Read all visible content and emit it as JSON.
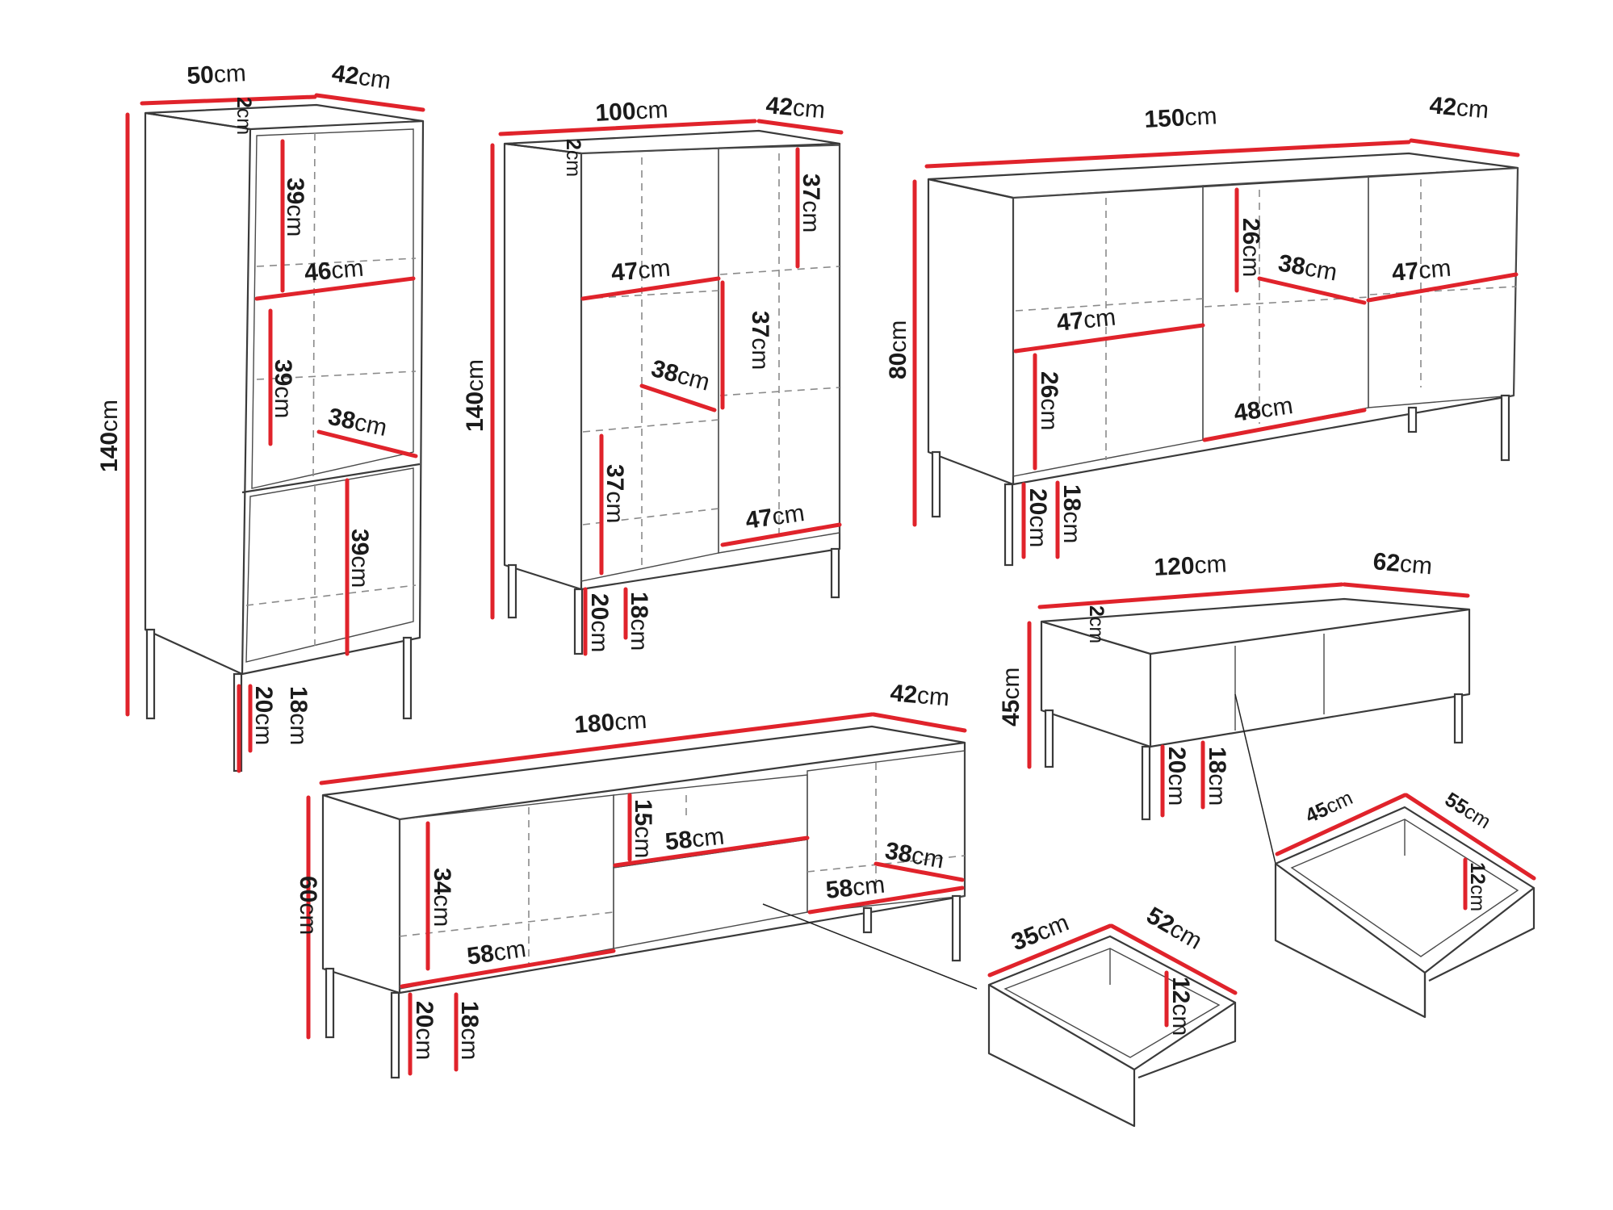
{
  "colors": {
    "dimension_line": "#e0232b",
    "outline": "#3a3a3a",
    "hidden_line": "#8a8a8a",
    "background": "#ffffff"
  },
  "unit": "cm",
  "furniture": {
    "tall_cabinet": {
      "dims": {
        "width": "50",
        "depth": "42",
        "height": "140",
        "top": "2",
        "shelf_h1": "39",
        "shelf_h2": "39",
        "shelf_h3": "39",
        "shelf_w": "46",
        "shelf_d": "38",
        "leg_h": "20",
        "clearance": "18"
      }
    },
    "display_cabinet": {
      "dims": {
        "width": "100",
        "depth": "42",
        "height": "140",
        "top": "2",
        "left_w": "47",
        "left_d": "38",
        "left_h": "37",
        "right_h1": "37",
        "right_h2": "37",
        "right_w": "47",
        "leg_h": "20",
        "clearance": "18"
      }
    },
    "sideboard": {
      "dims": {
        "width": "150",
        "depth": "42",
        "height": "80",
        "left_w": "47",
        "left_h": "26",
        "mid_h": "26",
        "mid_d": "38",
        "mid_w": "48",
        "right_w": "47",
        "leg_h": "20",
        "clearance": "18"
      }
    },
    "coffee_table": {
      "dims": {
        "width": "120",
        "depth": "62",
        "height": "45",
        "top": "2",
        "leg_h": "20",
        "clearance": "18"
      },
      "drawer": {
        "width": "55",
        "depth": "45",
        "height": "12"
      }
    },
    "tv_stand": {
      "dims": {
        "width": "180",
        "depth": "42",
        "height": "60",
        "left_h": "34",
        "left_w": "58",
        "niche_h": "15",
        "niche_w": "58",
        "right_d": "38",
        "right_w": "58",
        "leg_h": "20",
        "clearance": "18"
      },
      "drawer": {
        "width": "52",
        "depth": "35",
        "height": "12"
      }
    }
  }
}
